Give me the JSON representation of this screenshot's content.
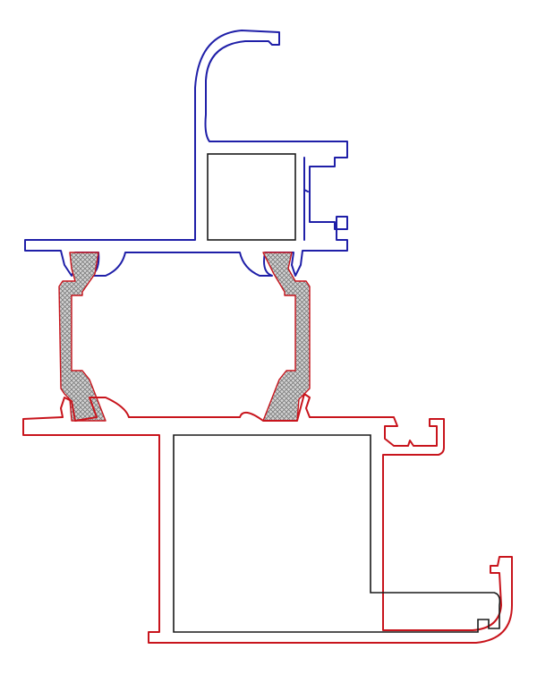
{
  "colors": {
    "upper_profile": "#1f1fa8",
    "lower_profile": "#c8141c",
    "chamber_outline": "#1a1a1a",
    "thermal_break_fill": "#c8c8c8",
    "thermal_break_hatch": "#7a7a7a",
    "background": "#ffffff"
  },
  "diagram": {
    "type": "aluminium-profile-cross-section",
    "parts": [
      {
        "name": "upper-sash-profile",
        "outline_color": "upper_profile"
      },
      {
        "name": "lower-frame-profile",
        "outline_color": "lower_profile"
      },
      {
        "name": "upper-glazing-chamber",
        "outline_color": "chamber_outline"
      },
      {
        "name": "lower-hollow-chamber",
        "outline_color": "chamber_outline"
      },
      {
        "name": "thermal-break-left",
        "fill": "thermal_break_fill"
      },
      {
        "name": "thermal-break-right",
        "fill": "thermal_break_fill"
      }
    ]
  }
}
